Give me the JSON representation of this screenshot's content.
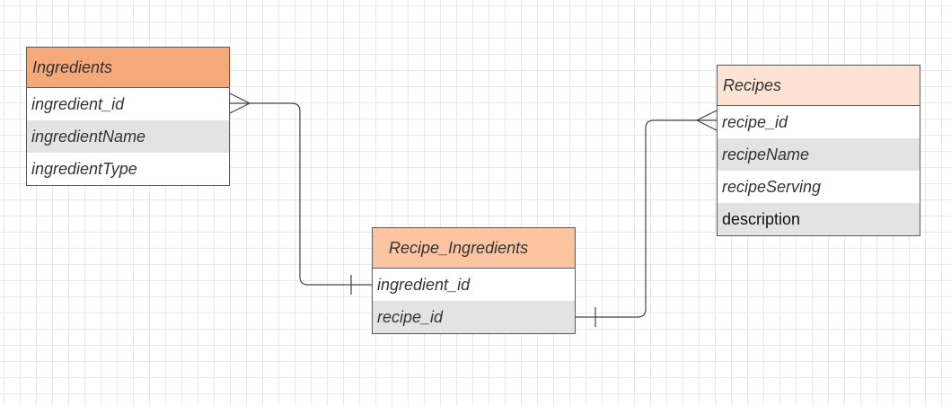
{
  "entities": {
    "ingredients": {
      "title": "Ingredients",
      "header_color": "#f5a878",
      "fields": [
        "ingredient_id",
        "ingredientName",
        "ingredientType"
      ]
    },
    "recipe_ingredients": {
      "title": "Recipe_Ingredients",
      "header_color": "#fcc4a0",
      "fields": [
        "ingredient_id",
        "recipe_id"
      ]
    },
    "recipes": {
      "title": "Recipes",
      "header_color": "#fde3d4",
      "fields": [
        "recipe_id",
        "recipeName",
        "recipeServing",
        "description"
      ]
    }
  },
  "relationships": [
    {
      "from": "ingredients.ingredient_id",
      "from_cardinality": "many",
      "to": "recipe_ingredients.ingredient_id",
      "to_cardinality": "one"
    },
    {
      "from": "recipes.recipe_id",
      "from_cardinality": "many",
      "to": "recipe_ingredients.recipe_id",
      "to_cardinality": "one"
    }
  ],
  "colors": {
    "grid": "#e9e9e9",
    "border": "#5a5a5a",
    "shaded_row": "#e3e3e3",
    "line": "#444444"
  }
}
